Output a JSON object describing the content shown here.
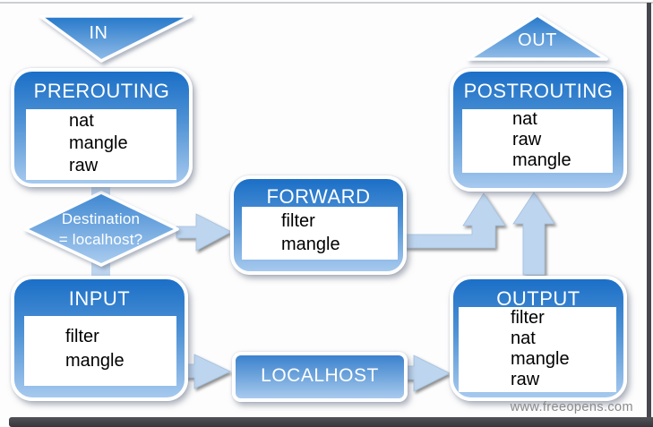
{
  "page": {
    "watermark": "www.freeopens.com"
  },
  "colors": {
    "node_blue_top": "#1b6fc7",
    "node_blue_bottom": "#a6c9ee",
    "arrow_blue": "#bdd5ef",
    "table_text": "#000000",
    "title_text": "#ffffff"
  },
  "nodes": {
    "in_triangle": {
      "label": "IN"
    },
    "out_triangle": {
      "label": "OUT"
    },
    "prerouting": {
      "title": "PREROUTING",
      "tables": [
        "nat",
        "mangle",
        "raw"
      ]
    },
    "decision": {
      "line1": "Destination",
      "line2": "= localhost?"
    },
    "forward": {
      "title": "FORWARD",
      "tables": [
        "filter",
        "mangle"
      ]
    },
    "postrouting": {
      "title": "POSTROUTING",
      "tables": [
        "nat",
        "raw",
        "mangle"
      ]
    },
    "input": {
      "title": "INPUT",
      "tables": [
        "filter",
        "mangle"
      ]
    },
    "localhost": {
      "label": "LOCALHOST"
    },
    "output": {
      "title": "OUTPUT",
      "tables": [
        "filter",
        "nat",
        "mangle",
        "raw"
      ]
    }
  }
}
